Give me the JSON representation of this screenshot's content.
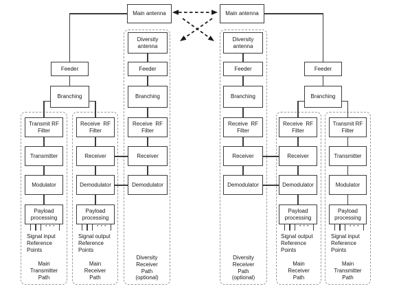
{
  "palette": {
    "line": "#3c3c3c",
    "box_border": "#3c3c3c",
    "dashed_border": "#999999",
    "text": "#161616",
    "bg": "#ffffff",
    "arrow": "#1a1a1a"
  },
  "top": {
    "antenna_left": "Main antenna",
    "antenna_right": "Main antenna",
    "feeder_left": "Feeder",
    "branching_left": "Branching",
    "feeder_right": "Feeder",
    "branching_right": "Branching"
  },
  "ellipsis": "· · ·",
  "columns": [
    {
      "filter": "Transmit RF\nFilter",
      "stage2": "Transmitter",
      "stage3": "Modulator",
      "payload": "Payload\nprocessing",
      "reference": "Signal input\nReference\nPoints",
      "path": "Main\nTransmitter\nPath"
    },
    {
      "filter": "Receive  RF\nFilter",
      "stage2": "Receiver",
      "stage3": "Demodulator",
      "payload": "Payload\nprocessing",
      "reference": "Signal output\nReference\nPoints",
      "path": "Main\nReceiver\nPath"
    },
    {
      "antenna": "Diversity\nantenna",
      "feeder": "Feeder",
      "branching": "Branching",
      "filter": "Receive  RF\nFilter",
      "stage2": "Receiver",
      "stage3": "Demodulator",
      "path": "Diversity\nReceiver\nPath\n(optional)"
    },
    {
      "antenna": "Diversity\nantenna",
      "feeder": "Feeder",
      "branching": "Branching",
      "filter": "Receive  RF\nFilter",
      "stage2": "Receiver",
      "stage3": "Demodulator",
      "path": "Diversity\nReceiver\nPath\n(optional)"
    },
    {
      "filter": "Receive  RF\nFilter",
      "stage2": "Receiver",
      "stage3": "Demodulator",
      "payload": "Payload\nprocessing",
      "reference": "Signal output\nReference\nPoints",
      "path": "Main\nReceiver\nPath"
    },
    {
      "filter": "Transmit RF\nFilter",
      "stage2": "Transmitter",
      "stage3": "Modulator",
      "payload": "Payload\nprocessing",
      "reference": "Signal input\nReference\nPoints",
      "path": "Main\nTransmitter\nPath"
    }
  ]
}
